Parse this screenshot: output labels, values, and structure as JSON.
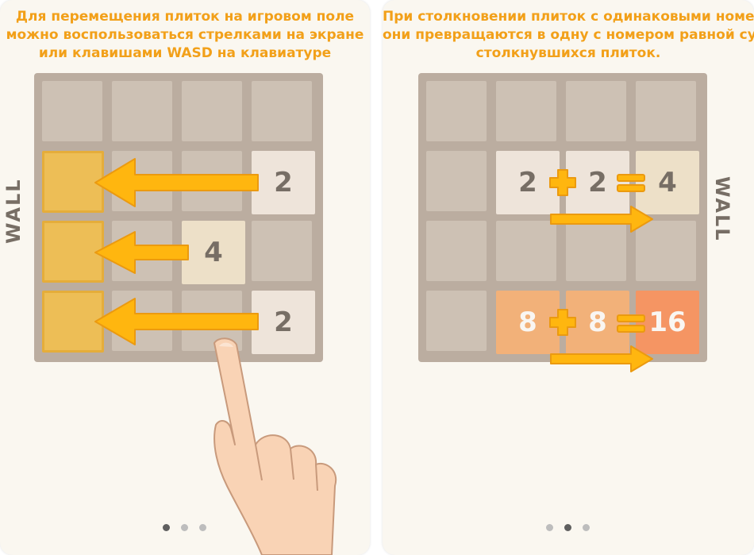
{
  "slides": [
    {
      "instruction_lines": [
        "Для перемещения плиток на игровом поле",
        "можно воспользоваться  стрелками на экране",
        "или клавишами WASD на клавиатуре"
      ],
      "wall_label": "WALL",
      "tiles": [
        {
          "row": 1,
          "col": 3,
          "value": "2",
          "color": "#eee4da"
        },
        {
          "row": 2,
          "col": 2,
          "value": "4",
          "color": "#ede0c8"
        },
        {
          "row": 3,
          "col": 3,
          "value": "2",
          "color": "#eee4da"
        }
      ],
      "pagination": {
        "total": 3,
        "active": 0
      }
    },
    {
      "instruction_lines": [
        "При столкновении плиток с одинаковыми номерами",
        "они превращаются в одну с номером равной сумме",
        "столкнувшихся плиток."
      ],
      "wall_label": "WALL",
      "merge_rows": [
        {
          "a": "2",
          "b": "2",
          "result": "4",
          "tile_color": "#eee4da",
          "result_color": "#ede0c8",
          "text_color": "#776e65"
        },
        {
          "a": "8",
          "b": "8",
          "result": "16",
          "tile_color": "#f2b179",
          "result_color": "#f59563",
          "text_color": "#f9f6f2"
        }
      ],
      "pagination": {
        "total": 3,
        "active": 1
      }
    }
  ],
  "colors": {
    "accent": "#f2a019",
    "board": "#bbada0",
    "cell": "#cdc1b4",
    "wall_block": "#edbe56"
  }
}
